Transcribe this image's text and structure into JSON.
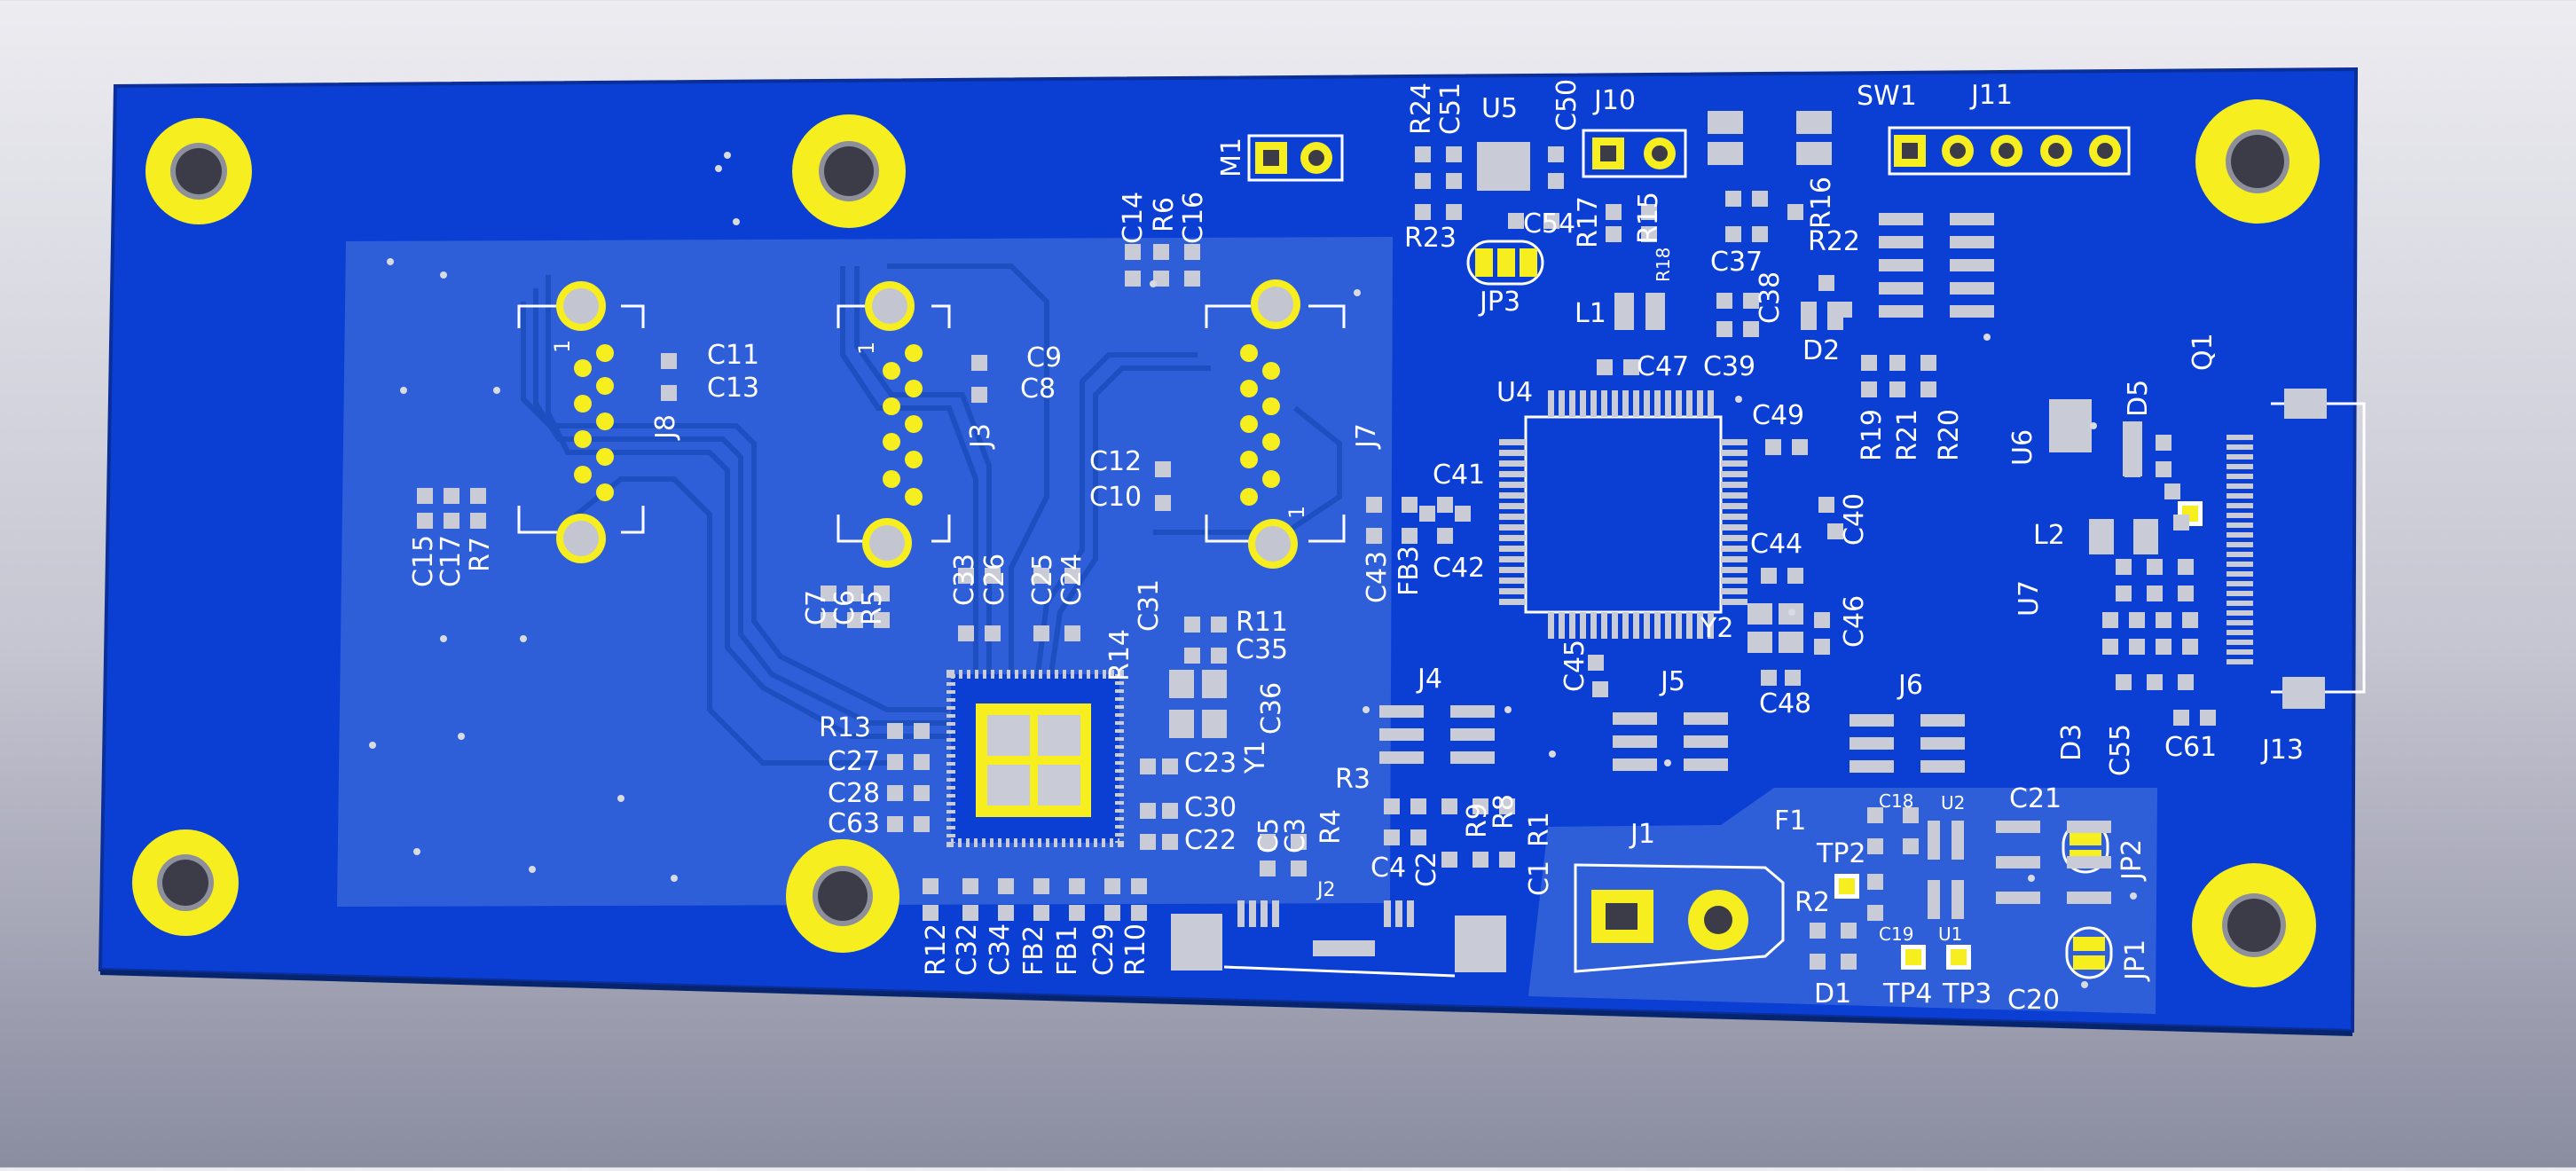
{
  "viewer": {
    "background_top": "#ececf1",
    "background_bottom": "#8a8ca0",
    "board_color": "#0b3fd4",
    "zone_color": "#2f5fd8",
    "copper_color": "#f7ee1f",
    "silk_color": "#ffffff"
  },
  "refs": {
    "M1": "M1",
    "U5": "U5",
    "J10": "J10",
    "SW1": "SW1",
    "J11": "J11",
    "R24": "R24",
    "C51": "C51",
    "C50": "C50",
    "R23": "R23",
    "C54": "C54",
    "R17": "R17",
    "R15": "R15",
    "R18": "R18",
    "R16": "R16",
    "C37": "C37",
    "R22": "R22",
    "JP3": "JP3",
    "L1": "L1",
    "C38": "C38",
    "D2": "D2",
    "C47": "C47",
    "C39": "C39",
    "C14": "C14",
    "R6": "R6",
    "C16": "C16",
    "C11": "C11",
    "C13": "C13",
    "C9": "C9",
    "C8": "C8",
    "J8": "J8",
    "J3": "J3",
    "J7": "J7",
    "C12": "C12",
    "C10": "C10",
    "C15": "C15",
    "C17": "C17",
    "R7": "R7",
    "C7": "C7",
    "C6": "C6",
    "R5": "R5",
    "C33": "C33",
    "C26": "C26",
    "C25": "C25",
    "C24": "C24",
    "R14": "R14",
    "C31": "C31",
    "R11": "R11",
    "C35": "C35",
    "C36": "C36",
    "R13": "R13",
    "C27": "C27",
    "C28": "C28",
    "C63": "C63",
    "C23": "C23",
    "Y1": "Y1",
    "C30": "C30",
    "C22": "C22",
    "R12": "R12",
    "C32": "C32",
    "C34": "C34",
    "FB2": "FB2",
    "FB1": "FB1",
    "C29": "C29",
    "R10": "R10",
    "C5": "C5",
    "C3": "C3",
    "R4": "R4",
    "C4": "C4",
    "C2": "C2",
    "R3": "R3",
    "R9": "R9",
    "R8": "R8",
    "R1": "R1",
    "C1": "C1",
    "J2": "J2",
    "J4": "J4",
    "U4": "U4",
    "C49": "C49",
    "C41": "C41",
    "C43": "C43",
    "FB3": "FB3",
    "C42": "C42",
    "C44": "C44",
    "C40": "C40",
    "Y2": "Y2",
    "C45": "C45",
    "C46": "C46",
    "C48": "C48",
    "J5": "J5",
    "J6": "J6",
    "R19": "R19",
    "R21": "R21",
    "R20": "R20",
    "U6": "U6",
    "D5": "D5",
    "Q1": "Q1",
    "L2": "L2",
    "U7": "U7",
    "D3": "D3",
    "C55": "C55",
    "C61": "C61",
    "J13": "J13",
    "J1": "J1",
    "F1": "F1",
    "C18": "C18",
    "U2": "U2",
    "C21": "C21",
    "JP2": "JP2",
    "TP2": "TP2",
    "R2": "R2",
    "C19": "C19",
    "U1": "U1",
    "D1": "D1",
    "TP4": "TP4",
    "TP3": "TP3",
    "C20": "C20",
    "JP1": "JP1",
    "pin1": "1"
  }
}
